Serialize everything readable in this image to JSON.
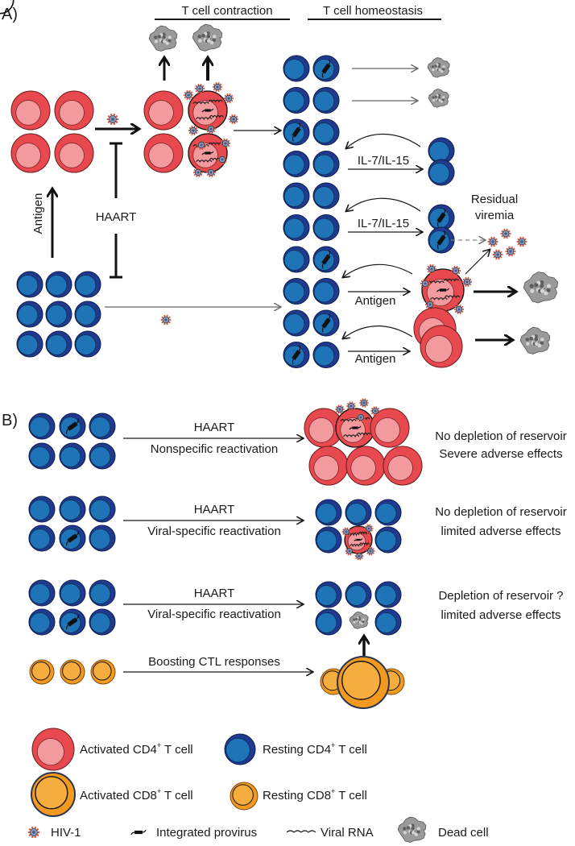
{
  "panel_a": {
    "label": "A)",
    "header_contraction": "T cell contraction",
    "header_homeostasis": "T cell homeostasis",
    "antigen_vertical": "Antigen",
    "haart": "HAART",
    "cytokine_1": "IL-7/IL-15",
    "cytokine_2": "IL-7/IL-15",
    "residual_line1": "Residual",
    "residual_line2": "viremia",
    "antigen_1": "Antigen",
    "antigen_2": "Antigen"
  },
  "panel_b": {
    "label": "B)",
    "rows": [
      {
        "top": "HAART",
        "bottom": "Nonspecific reactivation",
        "outcome1": "No depletion of reservoir",
        "outcome2": "Severe adverse effects"
      },
      {
        "top": "HAART",
        "bottom": "Viral-specific reactivation",
        "outcome1": "No depletion of reservoir",
        "outcome2": "limited adverse effects"
      },
      {
        "top": "HAART",
        "bottom": "Viral-specific reactivation",
        "outcome1": "Depletion of reservoir ?",
        "outcome2": "limited adverse effects"
      }
    ],
    "ctl": "Boosting CTL responses"
  },
  "legend": {
    "activated_cd4": {
      "pre": "Activated CD4",
      "sup": "+",
      "post": " T cell"
    },
    "resting_cd4": {
      "pre": "Resting CD4",
      "sup": "+",
      "post": " T cell"
    },
    "activated_cd8": {
      "pre": "Activated CD8",
      "sup": "+",
      "post": " T cell"
    },
    "resting_cd8": {
      "pre": "Resting CD8",
      "sup": "+",
      "post": " T cell"
    },
    "hiv": "HIV-1",
    "provirus": "Integrated provirus",
    "rna": "Viral RNA",
    "dead": "Dead cell"
  },
  "colors": {
    "activated_cd4": "#e8494f",
    "activated_cd4_nucleus": "#f39a9f",
    "resting_cd4": "#1f3a8f",
    "resting_cd4_nucleus": "#1f73b7",
    "cd8": "#f29a1f",
    "cd8_nucleus": "#f6ad3f"
  }
}
